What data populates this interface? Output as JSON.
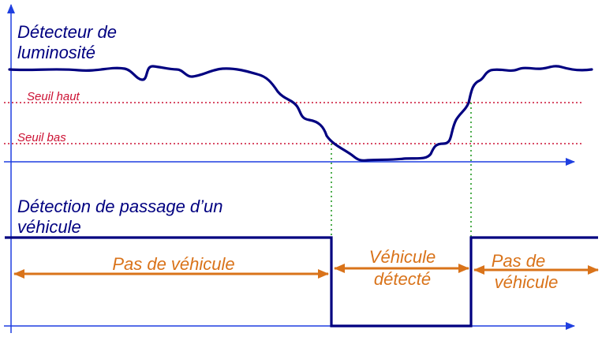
{
  "top_chart": {
    "title_line1": "Détecteur de",
    "title_line2": "luminosité",
    "threshold_high": "Seuil haut",
    "threshold_low": "Seuil bas"
  },
  "bottom_chart": {
    "title_line1": "Détection de passage d’un",
    "title_line2": "véhicule",
    "state_no_vehicle_left": "Pas de véhicule",
    "state_vehicle_line1": "Véhicule",
    "state_vehicle_line2": "détecté",
    "state_no_vehicle_right_line1": "Pas de",
    "state_no_vehicle_right_line2": "véhicule"
  },
  "colors": {
    "axis": "#1f3fe0",
    "signal": "#000080",
    "threshold": "#cc1133",
    "guide": "#229922",
    "annotation": "#d9731a"
  }
}
